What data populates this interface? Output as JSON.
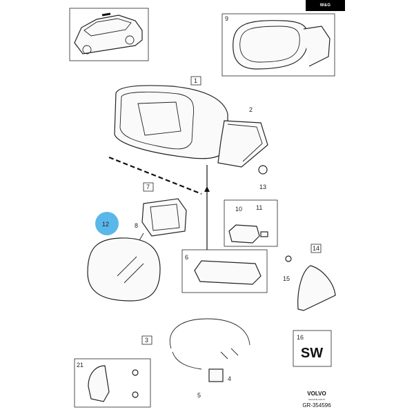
{
  "badge": "W&G",
  "callouts": {
    "c1": "1",
    "c2": "2",
    "c3": "3",
    "c4": "4",
    "c5": "5",
    "c6": "6",
    "c7": "7",
    "c8": "8",
    "c9": "9",
    "c10": "10",
    "c11": "11",
    "c12": "12",
    "c13": "13",
    "c14": "14",
    "c15": "15",
    "c16": "16",
    "c21": "21"
  },
  "sw_label": "SW",
  "brand": {
    "name": "VOLVO",
    "tagline": "GENUINE PARTS",
    "diagram_code": "GR-354596"
  },
  "highlight_color": "#5ab7ea"
}
